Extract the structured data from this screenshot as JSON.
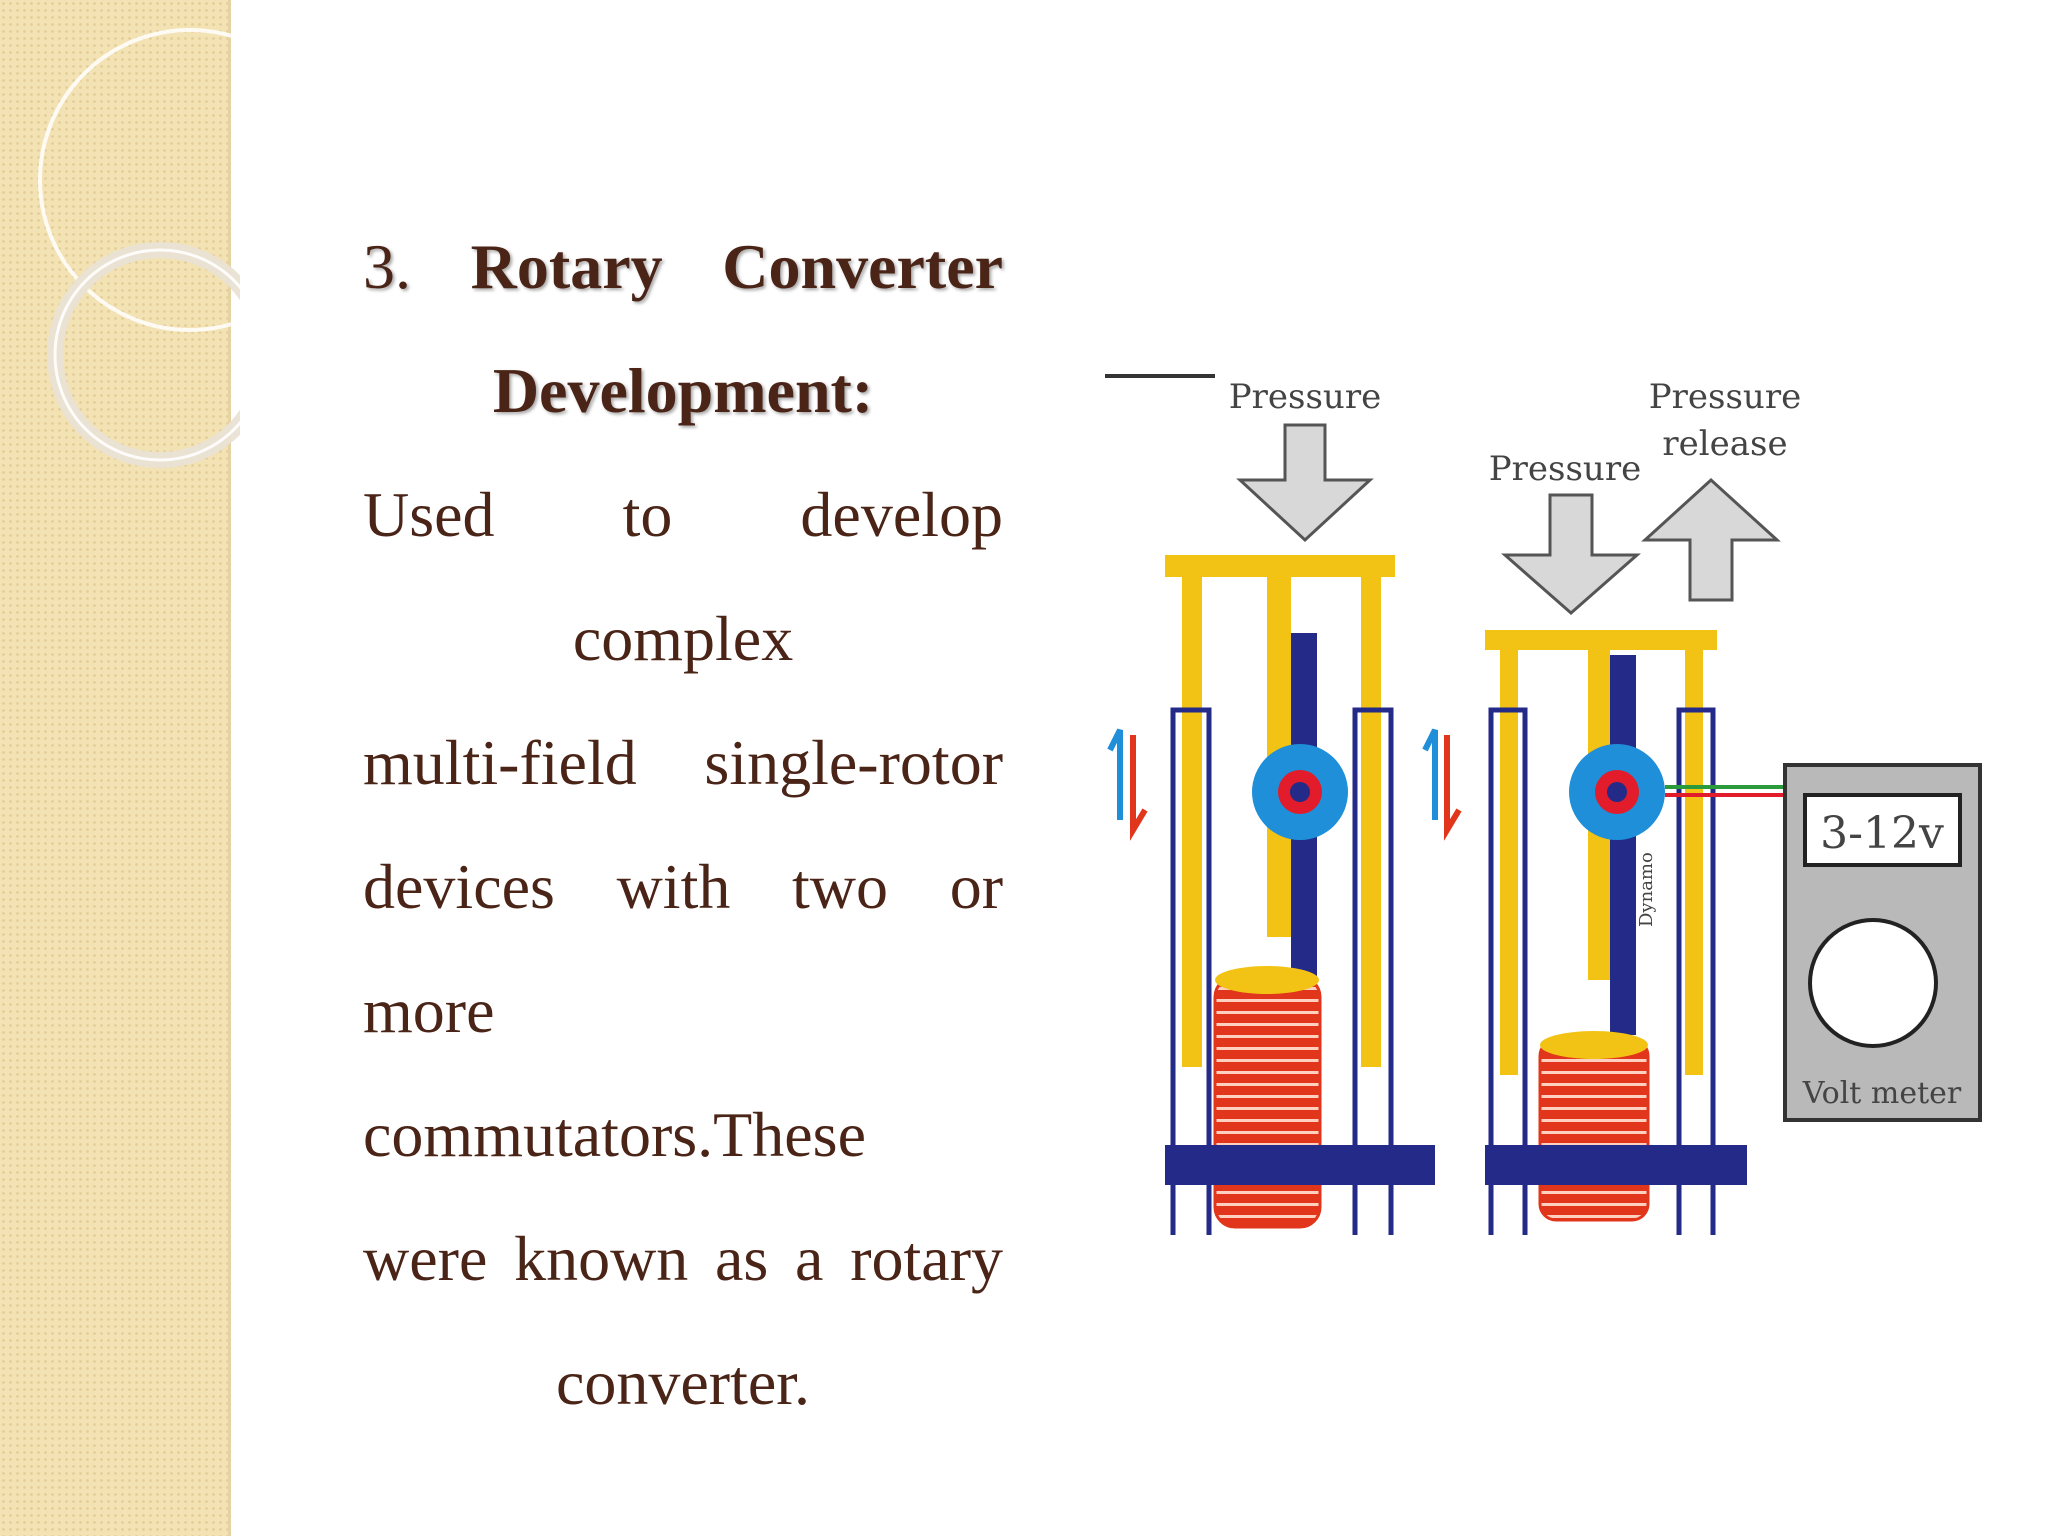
{
  "slide": {
    "title_number": "3.",
    "title_word_1": "Rotary",
    "title_word_2": "Converter",
    "title_line_2": "Development:",
    "body_lines": [
      "Used to develop",
      "complex",
      "multi-field single-rotor",
      "devices with two or",
      "more",
      "commutators.These",
      "were known as a rotary",
      "converter."
    ]
  },
  "figure": {
    "label_pressure_left": "Pressure",
    "label_pressure_right": "Pressure",
    "label_release_line1": "Pressure",
    "label_release_line2": "release",
    "dynamo_label": "Dynamo",
    "meter_reading": "3-12v",
    "meter_label": "Volt meter",
    "colors": {
      "yellow": "#f2c314",
      "navy": "#232a87",
      "coil_red": "#e2361c",
      "dynamo_blue": "#1e8fd8",
      "arrow_grey": "#d8d8d8"
    }
  },
  "theme": {
    "text_color": "#4a2417",
    "sidebar_color": "#f3e2b4"
  }
}
